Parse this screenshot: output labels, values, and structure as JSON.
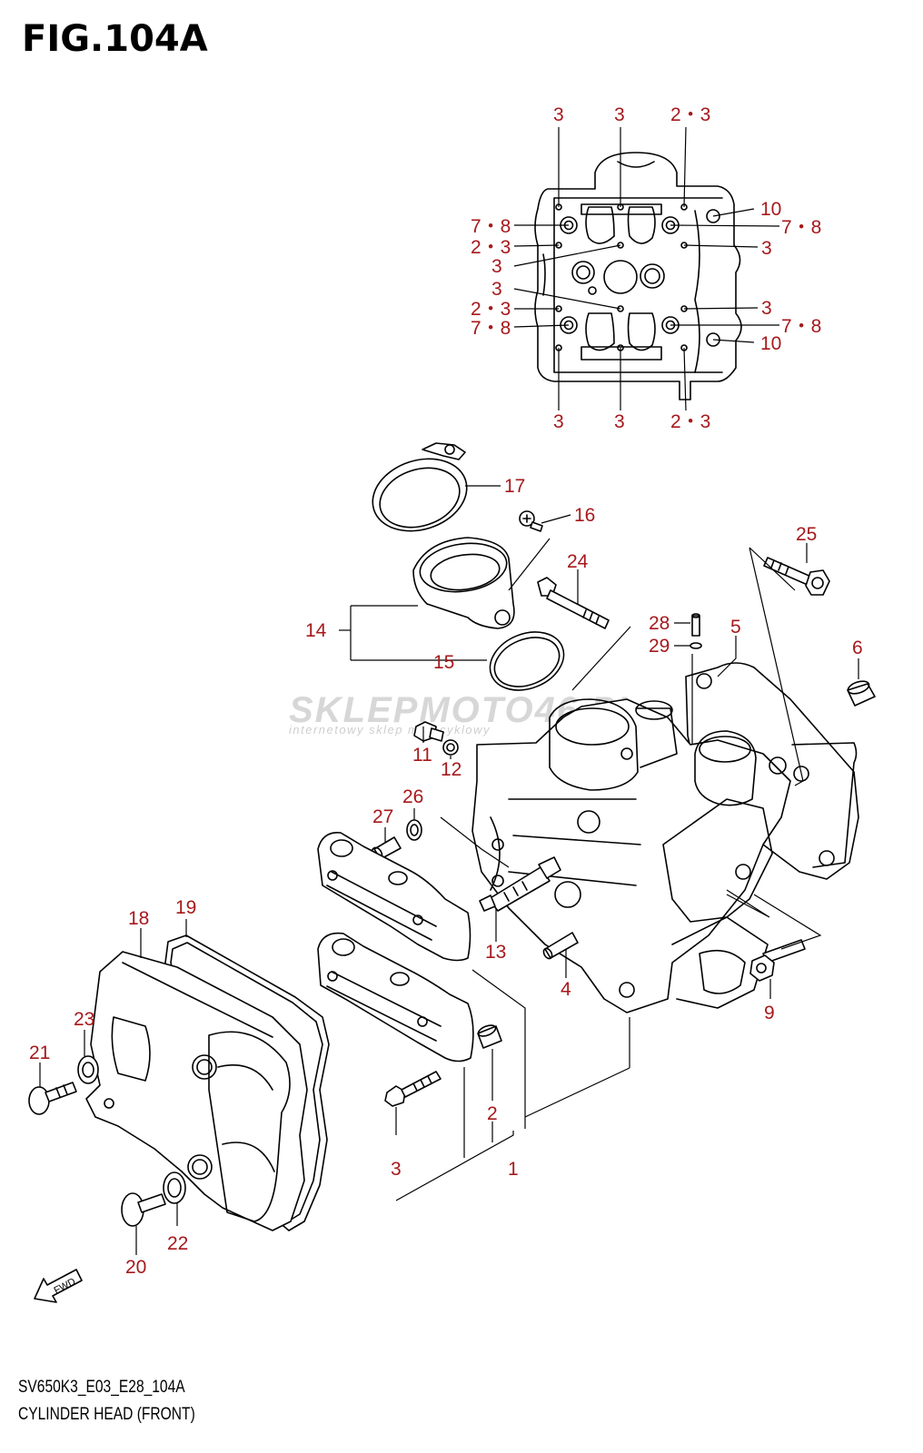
{
  "figure": {
    "title": "FIG.104A",
    "code": "SV650K3_E03_E28_104A",
    "name": "CYLINDER HEAD (FRONT)",
    "fwd_label": "FWD"
  },
  "watermark": {
    "text": "SKLEPMOTO46.PL",
    "subtitle": "internetowy sklep motocyklowy"
  },
  "colors": {
    "callout": "#a6191c",
    "line": "#000000",
    "watermark": "#d7d7d7"
  },
  "top_view_callouts": {
    "top_row": [
      "3",
      "3",
      "2・3"
    ],
    "bottom_row": [
      "3",
      "3",
      "2・3"
    ],
    "left_side": [
      "7・8",
      "2・3",
      "3",
      "3",
      "2・3",
      "7・8"
    ],
    "right_side": [
      "10",
      "7・8",
      "3",
      "3",
      "7・8",
      "10"
    ]
  },
  "part_callouts": [
    "1",
    "2",
    "3",
    "4",
    "5",
    "6",
    "9",
    "11",
    "12",
    "13",
    "14",
    "15",
    "16",
    "17",
    "18",
    "19",
    "20",
    "21",
    "22",
    "23",
    "24",
    "25",
    "26",
    "27",
    "28",
    "29"
  ]
}
